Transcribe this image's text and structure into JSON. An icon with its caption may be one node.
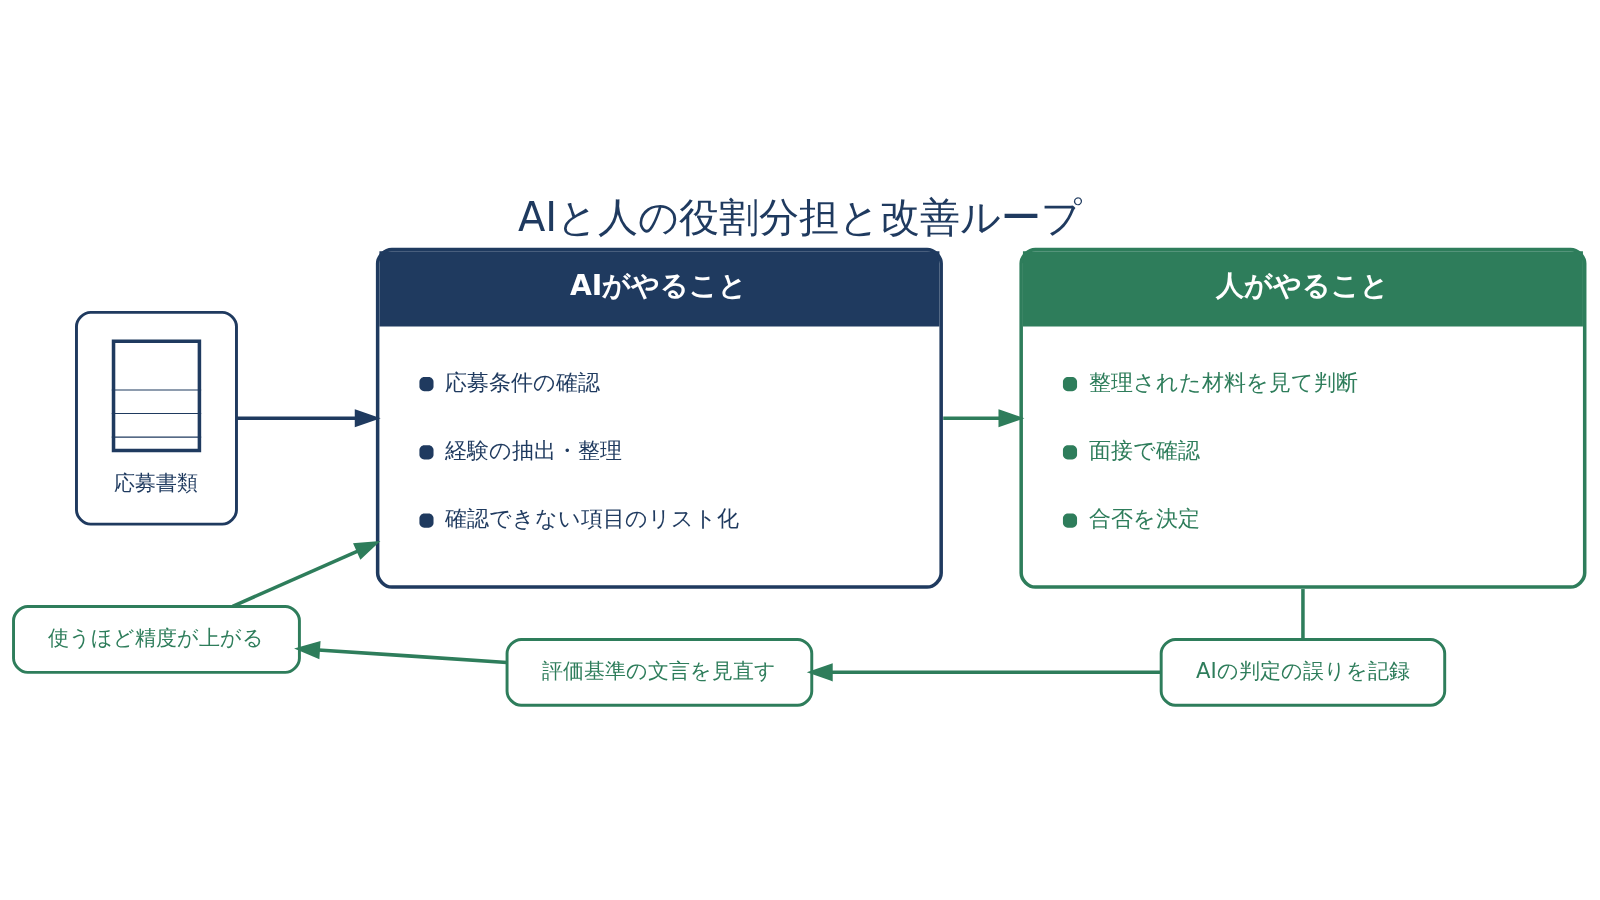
{
  "diagram": {
    "title": "AIと人の役割分担と改善ループ",
    "nodes": [
      {
        "text": [
          "応募書類"
        ]
      },
      {
        "text": [
          "AIがやること",
          "応募条件の確認",
          "経験の抽出・整理",
          "確認できない項目のリスト化"
        ]
      },
      {
        "text": [
          "人がやること",
          "整理された材料を見て判断",
          "面接で確認",
          "合否を決定"
        ]
      },
      {
        "text": [
          "AIの判定の誤りを記録"
        ]
      },
      {
        "text": [
          "評価基準の文言を見直す"
        ]
      },
      {
        "text": [
          "使うほど精度が上がる"
        ]
      }
    ],
    "edges": [
      {
        "from": 0,
        "to": 1,
        "arrow": "to",
        "color": "#1f3a5f"
      },
      {
        "from": 1,
        "to": 2,
        "arrow": "to"
      },
      {
        "from": 2,
        "to": 3,
        "arrow": "none"
      },
      {
        "from": 3,
        "to": 4,
        "arrow": "to"
      },
      {
        "from": 4,
        "to": 5,
        "arrow": "to"
      },
      {
        "from": 5,
        "to": 1,
        "arrow": "to"
      }
    ]
  }
}
